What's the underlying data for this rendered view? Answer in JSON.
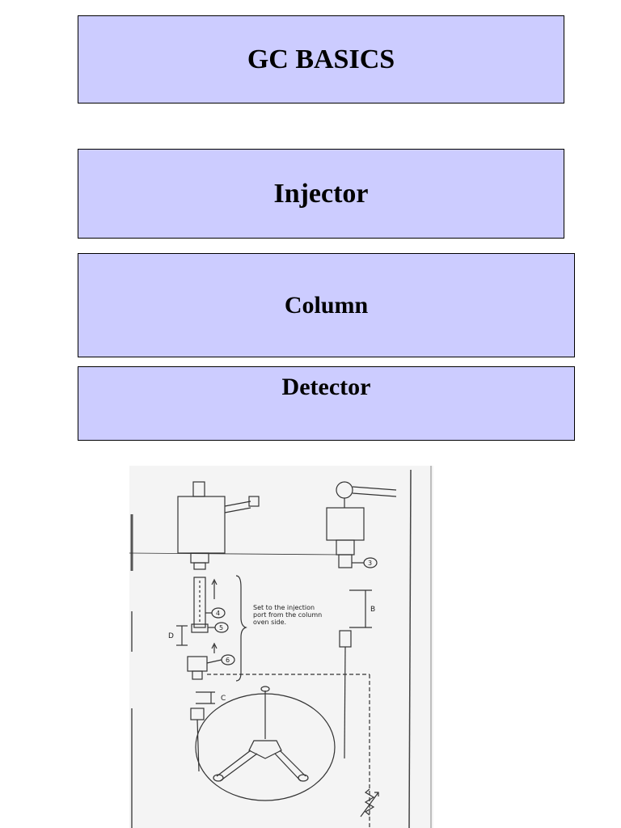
{
  "slide": {
    "title": "GC BASICS",
    "items": [
      "Injector",
      "Column",
      "Detector"
    ]
  },
  "diagram": {
    "callouts": [
      "3",
      "4",
      "5",
      "6"
    ],
    "dimension_labels": [
      "B",
      "C",
      "D"
    ],
    "note_lines": [
      "Set to the injection",
      "port from the column",
      "oven side."
    ]
  },
  "colors": {
    "box_fill": "#ccccff",
    "box_border": "#000000"
  }
}
